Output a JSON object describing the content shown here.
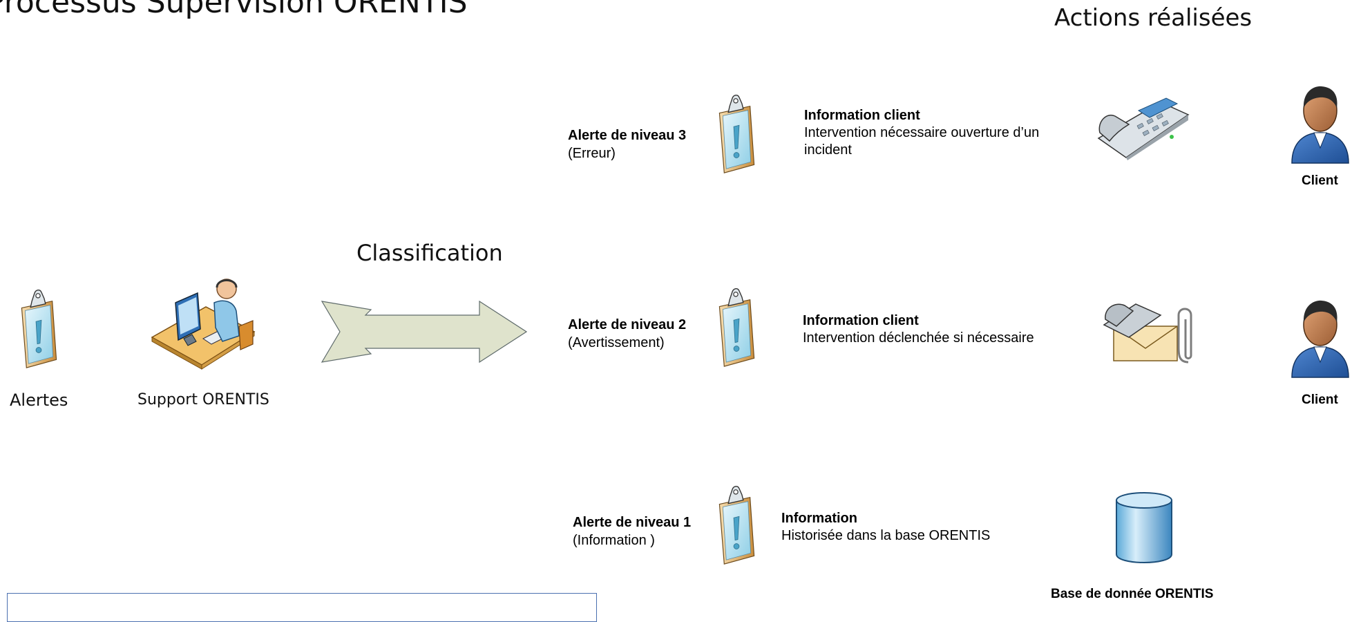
{
  "title": "Processus Supervision ORENTIS",
  "actions_title": "Actions réalisées",
  "left": {
    "alertes_label": "Alertes",
    "support_label": "Support ORENTIS",
    "classification_label": "Classification"
  },
  "rows": [
    {
      "alert_title": "Alerte de niveau 3",
      "alert_sub": "(Erreur)",
      "info_title": "Information client",
      "info_desc": "Intervention nécessaire ouverture d’un incident",
      "action_icon": "phone-icon",
      "target_label": "Client"
    },
    {
      "alert_title": "Alerte de niveau 2",
      "alert_sub": "(Avertissement)",
      "info_title": "Information client",
      "info_desc": "Intervention déclenchée si nécessaire",
      "action_icon": "phone-mail-icon",
      "target_label": "Client"
    },
    {
      "alert_title": "Alerte de niveau 1",
      "alert_sub": "(Information )",
      "info_title": "Information",
      "info_desc": "Historisée dans la base ORENTIS",
      "action_icon": "database-icon",
      "target_label": "Base de donnée ORENTIS"
    }
  ],
  "colors": {
    "arrow_fill": "#dfe3cc",
    "clipboard_frame": "#e8c48a",
    "clipboard_paper": "#bfe3f2",
    "person_shirt": "#2d5fa8",
    "db_fill": "#8fc9ea"
  }
}
